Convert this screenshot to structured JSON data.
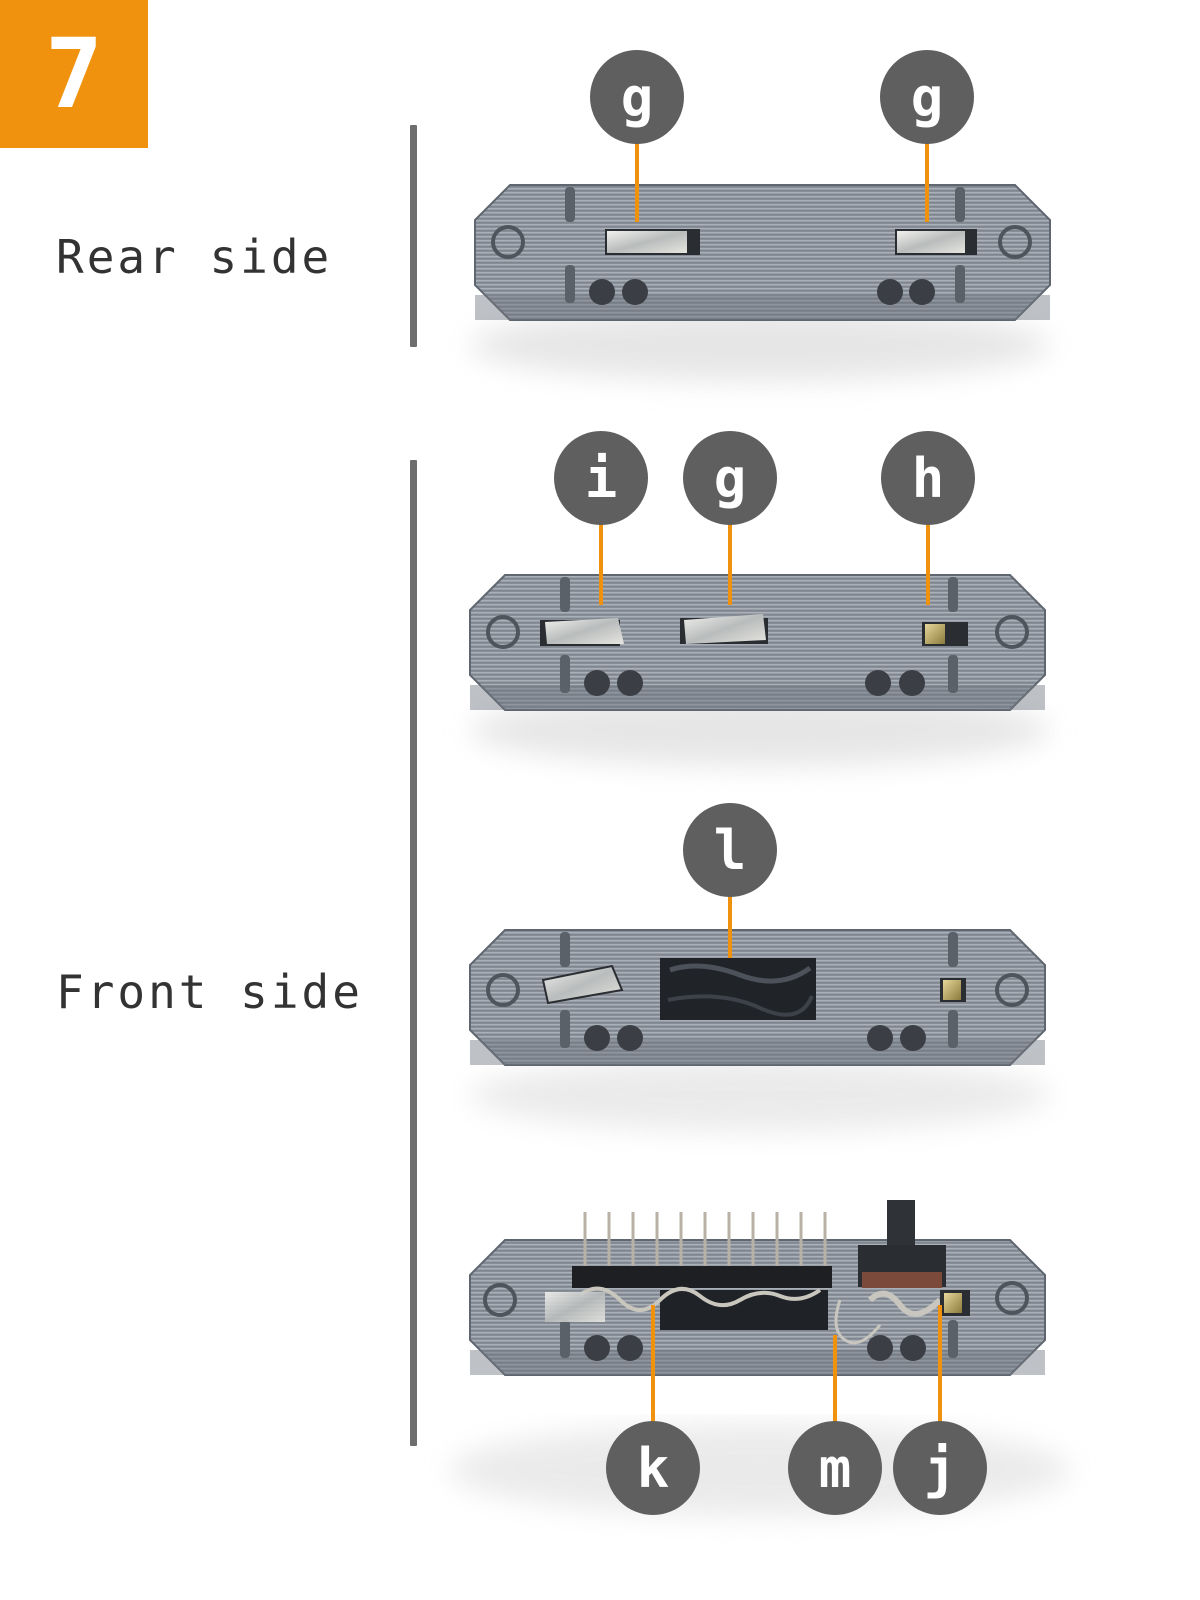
{
  "step": {
    "number": "7"
  },
  "sections": {
    "rear": {
      "label": "Rear side"
    },
    "front": {
      "label": "Front side"
    }
  },
  "colors": {
    "accent": "#f0920e",
    "callout_fill": "#5f5f5f",
    "callout_text": "#ffffff",
    "leader_line": "#f0920e",
    "divider": "#6e6e6e",
    "board": "#8a9099"
  },
  "callouts": {
    "rear_left": "g",
    "rear_right": "g",
    "front1_left": "i",
    "front1_middle": "g",
    "front1_right": "h",
    "front2_middle": "l",
    "front3_left": "k",
    "front3_middle": "m",
    "front3_right": "j"
  },
  "images": [
    "rear-side-board-photo",
    "front-side-board-photo-1",
    "front-side-board-photo-2",
    "front-side-board-photo-3"
  ]
}
